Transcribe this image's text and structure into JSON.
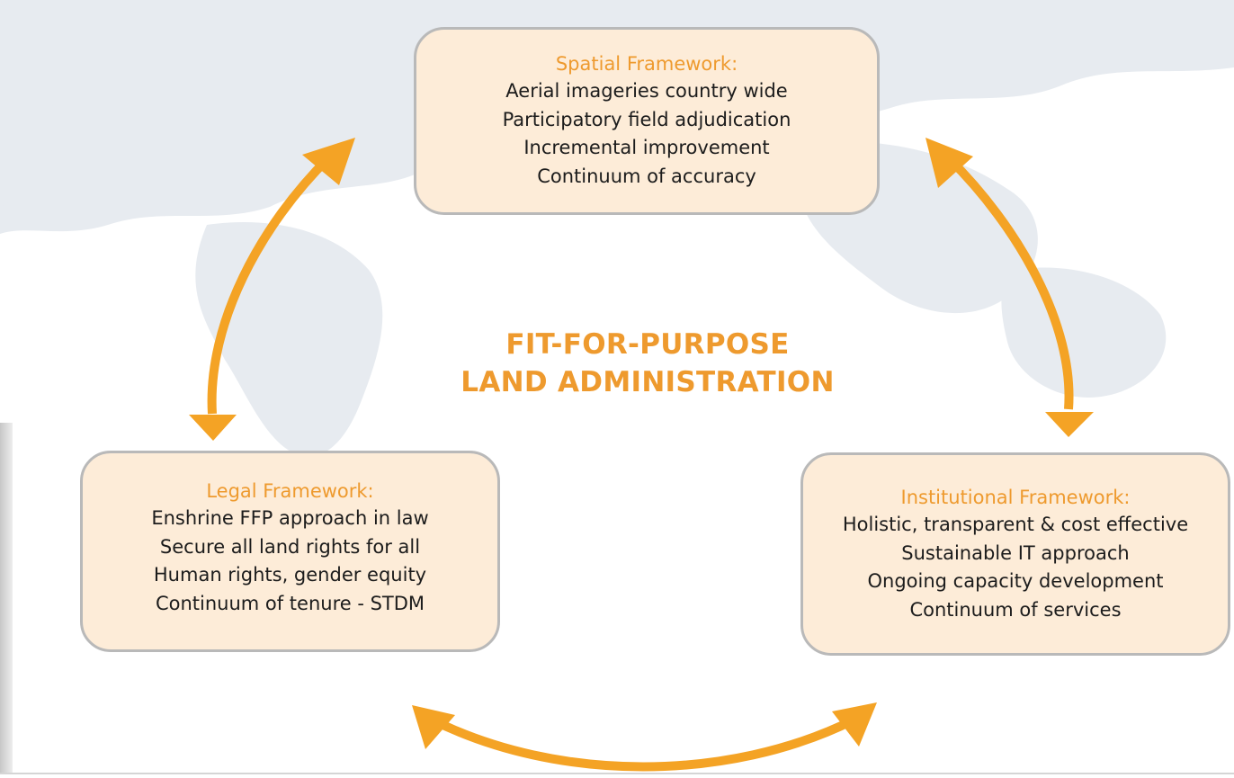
{
  "center_title": {
    "line1": "FIT-FOR-PURPOSE",
    "line2": "LAND ADMINISTRATION"
  },
  "frameworks": {
    "spatial": {
      "heading": "Spatial Framework:",
      "lines": [
        "Aerial imageries country wide",
        "Participatory field adjudication",
        "Incremental improvement",
        "Continuum of accuracy"
      ]
    },
    "legal": {
      "heading": "Legal Framework:",
      "lines": [
        "Enshrine FFP approach in law",
        "Secure all land rights for all",
        "Human rights, gender equity",
        "Continuum of tenure - STDM"
      ]
    },
    "institutional": {
      "heading": "Institutional Framework:",
      "lines": [
        "Holistic, transparent & cost effective",
        "Sustainable IT approach",
        "Ongoing capacity development",
        "Continuum of services"
      ]
    }
  },
  "colors": {
    "accent": "#ee9a2e",
    "arrow": "#f4a325",
    "box_fill": "#fdecd8",
    "box_border": "#b9b9b9",
    "map_land": "#e7ebf0"
  }
}
